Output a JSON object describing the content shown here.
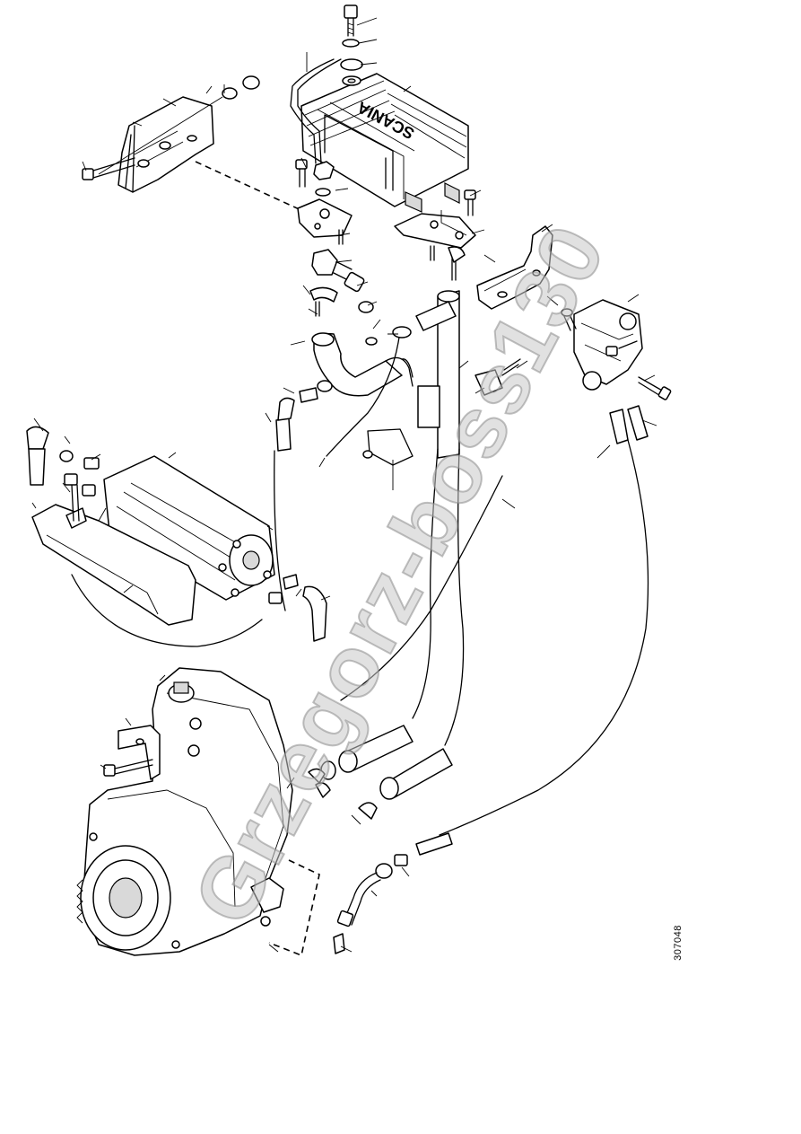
{
  "drawing": {
    "brand_label": "SCANIA",
    "document_number": "307048",
    "watermark": "Grzegorz-boss130"
  }
}
